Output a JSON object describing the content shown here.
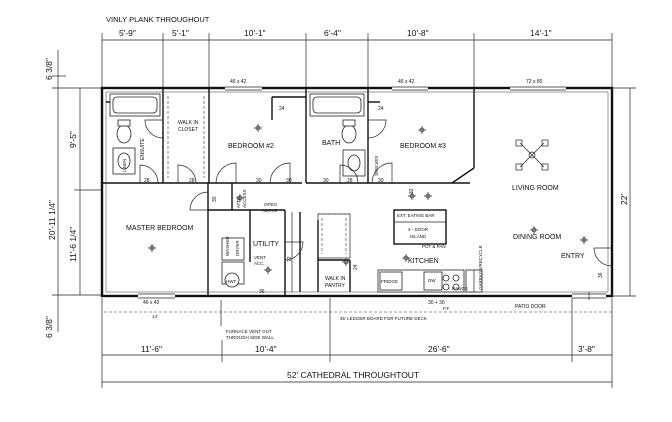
{
  "notes": {
    "flooring": "VINLY PLANK THROUGHOUT",
    "cathedral": "52' CATHEDRAL THROUGHTOUT",
    "ledger": "35' LEDGER BOARD FOR FUTURE DECK",
    "furnace": [
      "FURNACE VENT OUT",
      "THROUGH SIDE WALL"
    ]
  },
  "top_dimensions": [
    "5'-9\"",
    "5'-1\"",
    "10'-1\"",
    "6'-4\"",
    "10'-8\"",
    "14'-1\""
  ],
  "bottom_dimensions": [
    "11'-6\"",
    "10'-4\"",
    "26'-6\"",
    "3'-8\""
  ],
  "left_dimensions": {
    "top_offset": "6 3/8\"",
    "overall": "20'-11 1/4\"",
    "upper": "9'-5\"",
    "lower": "11'-6 1/4\"",
    "bottom_offset": "6 3/8\""
  },
  "right_dimension": "22'",
  "windows": [
    "46 x 42",
    "46 x 42",
    "72 x 80",
    "46 x 42"
  ],
  "rooms": {
    "master_bedroom": "MASTER BEDROOM",
    "bedroom2": "BEDROOM #2",
    "bath": "BATH",
    "bedroom3": "BEDROOM #3",
    "living_room": "LIVING ROOM",
    "dining_room": "DINING ROOM",
    "kitchen": "KITCHEN",
    "utility": "UTILITY",
    "walk_in_closet": [
      "WALK IN",
      "CLOSET"
    ],
    "walk_in_pantry": [
      "WALK IN",
      "PANTRY"
    ],
    "ensuite": "ENSUITE",
    "entry": "ENTRY",
    "patio_door": "PATIO DOOR"
  },
  "labels": {
    "ext_eating_bar": "EXT. EATING BAR",
    "island": [
      "4 - DOOR",
      "ISLAND"
    ],
    "pot_pan": "POT & PAN",
    "open_above": [
      "OPEN",
      "ABOVE"
    ],
    "attic_access": [
      "ATTIC",
      "ACCESS"
    ],
    "washer": "WASHER",
    "dryer": "DRYER",
    "hwt": "HWT",
    "vent_acc": [
      "VENT",
      "ACC."
    ],
    "fridge": "FRIDGE",
    "dw": "DW",
    "ff": "F.F.",
    "garbage_recycle": "GARBAGE/RECYCLE",
    "shelves": "SHELVES",
    "linen": "LINEN",
    "range": "RANGE",
    "fourteen": "14'"
  },
  "door_sizes": {
    "d28a": "28",
    "d28b": "28",
    "d30a": "30",
    "d30b": "30",
    "d28c": "28",
    "d30c": "30",
    "d30d": "30",
    "d32": "32",
    "d36a": "36",
    "d36b": "36",
    "d24a": "24",
    "d24b": "24",
    "d30e": "30",
    "d30_36": "30 + 36",
    "d24c": "24",
    "d72": "72"
  }
}
